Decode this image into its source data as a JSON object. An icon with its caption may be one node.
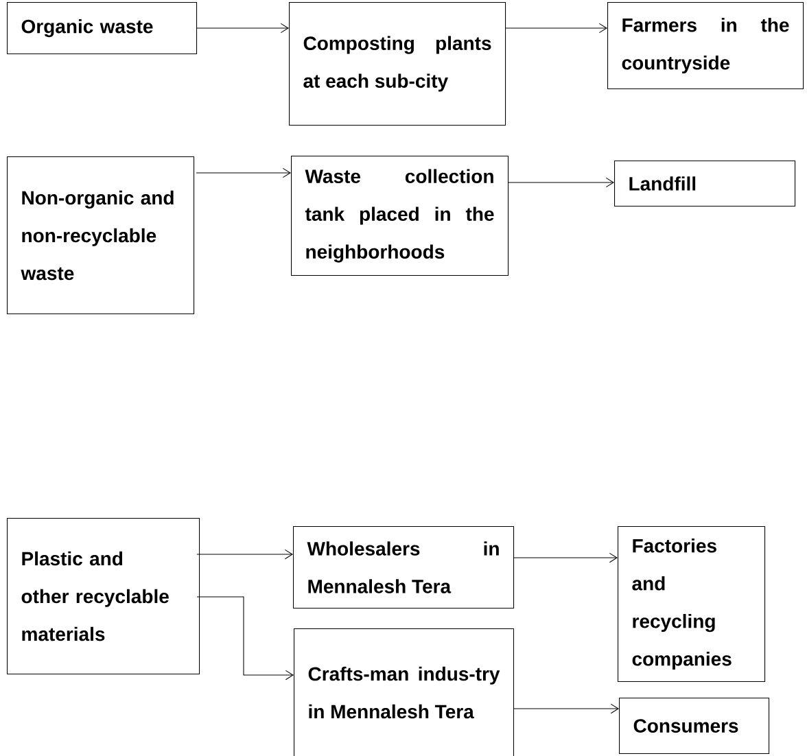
{
  "diagram": {
    "nodes": [
      {
        "text": [
          "Organic waste"
        ]
      },
      {
        "text": [
          "Composting plants at each sub-city"
        ]
      },
      {
        "text": [
          "Farmers in the countryside"
        ]
      },
      {
        "text": [
          "Non-organic and non-recyclable waste"
        ]
      },
      {
        "text": [
          "Waste collection tank placed in the neighborhoods"
        ]
      },
      {
        "text": [
          "Landfill"
        ]
      },
      {
        "text": [
          "Plastic and other recyclable materials"
        ]
      },
      {
        "text": [
          "Wholesalers in Mennalesh Tera"
        ]
      },
      {
        "text": [
          "Factories and recycling companies"
        ]
      },
      {
        "text": [
          "Crafts-man indus-try in Mennalesh Tera"
        ]
      },
      {
        "text": [
          "Consumers"
        ]
      }
    ],
    "edges": [
      {
        "from": 0,
        "to": 1,
        "arrow": "to"
      },
      {
        "from": 1,
        "to": 2,
        "arrow": "to"
      },
      {
        "from": 3,
        "to": 4,
        "arrow": "to"
      },
      {
        "from": 4,
        "to": 5,
        "arrow": "to"
      },
      {
        "from": 6,
        "to": 7,
        "arrow": "to"
      },
      {
        "from": 6,
        "to": 9,
        "arrow": "to"
      },
      {
        "from": 7,
        "to": 8,
        "arrow": "to"
      },
      {
        "from": 9,
        "to": 10,
        "arrow": "to"
      }
    ]
  }
}
